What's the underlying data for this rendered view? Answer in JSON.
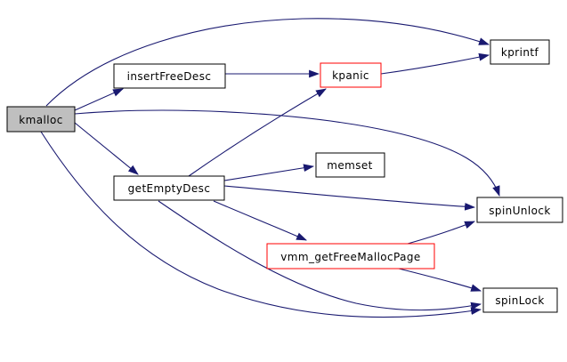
{
  "diagram": {
    "kind": "doxygen-call-graph",
    "root_function": "kmalloc",
    "colors": {
      "background": "#ffffff",
      "edge": "#191970",
      "node_border": "#000000",
      "truncated_node_border": "#ff0000",
      "root_node_fill": "#bfbfbf",
      "node_fill": "#ffffff",
      "label_text": "#000000"
    },
    "nodes": [
      {
        "id": "kmalloc",
        "label": "kmalloc",
        "style": "root"
      },
      {
        "id": "insertFreeDesc",
        "label": "insertFreeDesc",
        "style": "normal"
      },
      {
        "id": "kpanic",
        "label": "kpanic",
        "style": "truncated"
      },
      {
        "id": "kprintf",
        "label": "kprintf",
        "style": "normal"
      },
      {
        "id": "memset",
        "label": "memset",
        "style": "normal"
      },
      {
        "id": "getEmptyDesc",
        "label": "getEmptyDesc",
        "style": "normal"
      },
      {
        "id": "spinUnlock",
        "label": "spinUnlock",
        "style": "normal"
      },
      {
        "id": "vmm_getFreeMallocPage",
        "label": "vmm_getFreeMallocPage",
        "style": "truncated"
      },
      {
        "id": "spinLock",
        "label": "spinLock",
        "style": "normal"
      }
    ],
    "edges": [
      {
        "from": "kmalloc",
        "to": "kprintf"
      },
      {
        "from": "kmalloc",
        "to": "insertFreeDesc"
      },
      {
        "from": "kmalloc",
        "to": "getEmptyDesc"
      },
      {
        "from": "kmalloc",
        "to": "spinUnlock"
      },
      {
        "from": "kmalloc",
        "to": "spinLock"
      },
      {
        "from": "insertFreeDesc",
        "to": "kpanic"
      },
      {
        "from": "kpanic",
        "to": "kprintf"
      },
      {
        "from": "getEmptyDesc",
        "to": "kpanic"
      },
      {
        "from": "getEmptyDesc",
        "to": "memset"
      },
      {
        "from": "getEmptyDesc",
        "to": "spinUnlock"
      },
      {
        "from": "getEmptyDesc",
        "to": "vmm_getFreeMallocPage"
      },
      {
        "from": "getEmptyDesc",
        "to": "spinLock"
      },
      {
        "from": "vmm_getFreeMallocPage",
        "to": "spinUnlock"
      },
      {
        "from": "vmm_getFreeMallocPage",
        "to": "spinLock"
      }
    ]
  }
}
